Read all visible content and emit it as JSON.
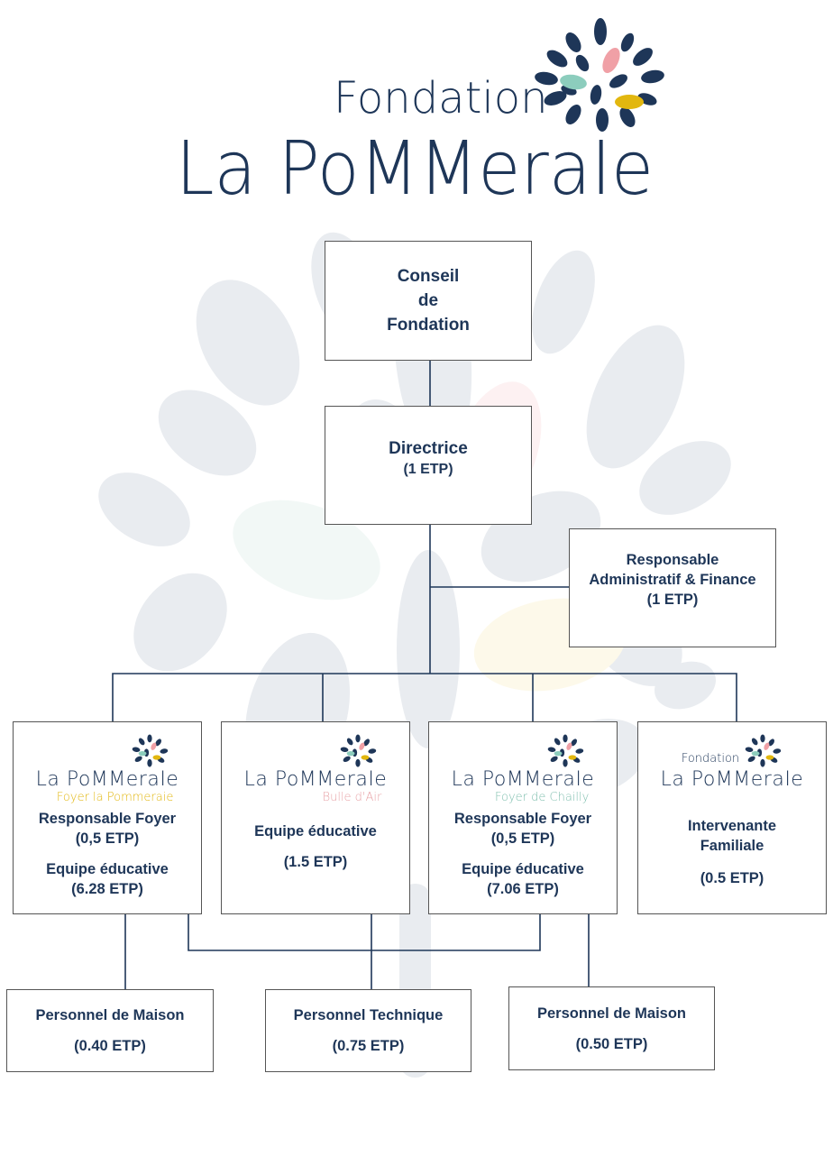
{
  "header": {
    "logo_small_word": "Fondation",
    "logo_main_word": "La PoMMeraIe"
  },
  "colors": {
    "navy": "#1e3658",
    "pink": "#f0a0a6",
    "mint": "#8ccdbd",
    "gold": "#e2b70f",
    "watermark": "#e9ecf0",
    "box_border": "#555555"
  },
  "nodes": {
    "conseil": {
      "lines": [
        "Conseil",
        "de",
        "Fondation"
      ]
    },
    "directrice": {
      "title": "Directrice",
      "etp": "(1 ETP)"
    },
    "raf": {
      "lines": [
        "Responsable",
        "Administratif & Finance",
        "(1 ETP)"
      ]
    },
    "foyer_pommeraie": {
      "logo_name": "La PoMMeraIe",
      "logo_sub": "Foyer la Pommeraie",
      "role1": "Responsable Foyer",
      "role1_etp": "(0,5 ETP)",
      "role2": "Equipe éducative",
      "role2_etp": "(6.28 ETP)"
    },
    "bulle_air": {
      "logo_name": "La PoMMeraIe",
      "logo_sub": "Bulle d'Air",
      "role1": "Equipe éducative",
      "role1_etp": "(1.5 ETP)"
    },
    "foyer_chailly": {
      "logo_name": "La PoMMeraIe",
      "logo_sub": "Foyer de Chailly",
      "role1": "Responsable Foyer",
      "role1_etp": "(0,5 ETP)",
      "role2": "Equipe éducative",
      "role2_etp": "(7.06 ETP)"
    },
    "intervenante": {
      "logo_top": "Fondation",
      "logo_name": "La PoMMeraIe",
      "role1": "Intervenante",
      "role1b": "Familiale",
      "role1_etp": "(0.5 ETP)"
    },
    "maison1": {
      "title": "Personnel de Maison",
      "etp": "(0.40 ETP)"
    },
    "technique": {
      "title": "Personnel Technique",
      "etp": "(0.75 ETP)"
    },
    "maison2": {
      "title": "Personnel de Maison",
      "etp": "(0.50 ETP)"
    }
  }
}
